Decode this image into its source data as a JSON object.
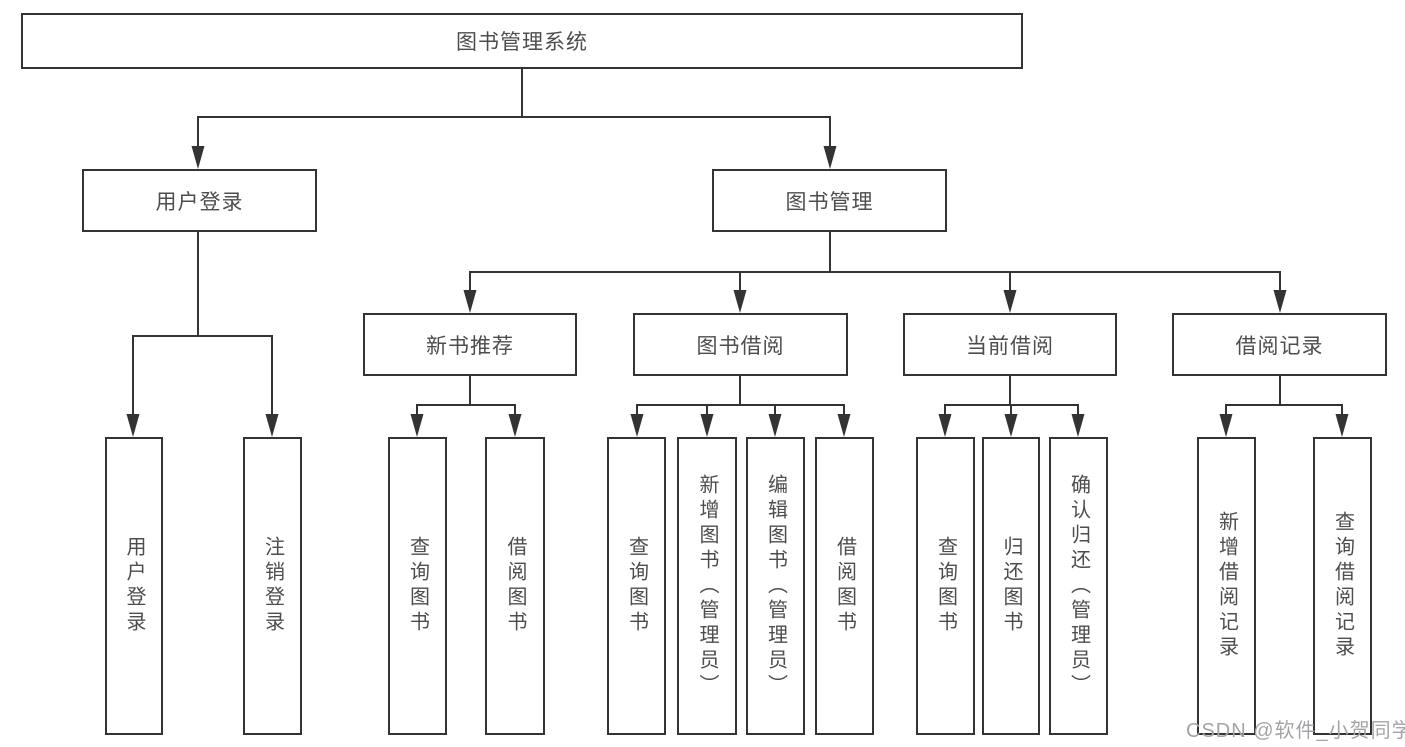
{
  "diagram": {
    "title": "图书管理系统",
    "nodes": {
      "root": "图书管理系统",
      "user_login": "用户登录",
      "book_mgmt": "图书管理",
      "new_book_rec": "新书推荐",
      "book_borrow": "图书借阅",
      "current_borrow": "当前借阅",
      "borrow_records": "借阅记录",
      "leaf_user_login": "用户登录",
      "leaf_logout": "注销登录",
      "leaf_query_book_1": "查询图书",
      "leaf_borrow_book_1": "借阅图书",
      "leaf_query_book_2": "查询图书",
      "leaf_add_book": "新增图书（管理员）",
      "leaf_edit_book": "编辑图书（管理员）",
      "leaf_borrow_book_2": "借阅图书",
      "leaf_query_book_3": "查询图书",
      "leaf_return_book": "归还图书",
      "leaf_confirm_return": "确认归还（管理员）",
      "leaf_add_record": "新增借阅记录",
      "leaf_query_record": "查询借阅记录"
    },
    "edges": [
      [
        "图书管理系统",
        "用户登录"
      ],
      [
        "图书管理系统",
        "图书管理"
      ],
      [
        "用户登录",
        "用户登录(叶)"
      ],
      [
        "用户登录",
        "注销登录"
      ],
      [
        "图书管理",
        "新书推荐"
      ],
      [
        "图书管理",
        "图书借阅"
      ],
      [
        "图书管理",
        "当前借阅"
      ],
      [
        "图书管理",
        "借阅记录"
      ],
      [
        "新书推荐",
        "查询图书"
      ],
      [
        "新书推荐",
        "借阅图书"
      ],
      [
        "图书借阅",
        "查询图书"
      ],
      [
        "图书借阅",
        "新增图书（管理员）"
      ],
      [
        "图书借阅",
        "编辑图书（管理员）"
      ],
      [
        "图书借阅",
        "借阅图书"
      ],
      [
        "当前借阅",
        "查询图书"
      ],
      [
        "当前借阅",
        "归还图书"
      ],
      [
        "当前借阅",
        "确认归还（管理员）"
      ],
      [
        "借阅记录",
        "新增借阅记录"
      ],
      [
        "借阅记录",
        "查询借阅记录"
      ]
    ],
    "colors": {
      "line": "#333333",
      "box_border": "#333333",
      "box_fill": "#ffffff",
      "text": "#4d4d4d",
      "background": "#ffffff",
      "watermark": "#a4a4a8"
    }
  },
  "watermark": {
    "text": "CSDN @软件_小贺同学"
  }
}
